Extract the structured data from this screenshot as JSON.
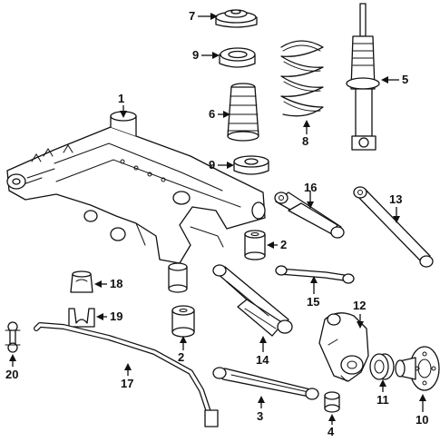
{
  "callouts": [
    {
      "id": "p1",
      "label": "1"
    },
    {
      "id": "p2a",
      "label": "2"
    },
    {
      "id": "p2b",
      "label": "2"
    },
    {
      "id": "p3",
      "label": "3"
    },
    {
      "id": "p4",
      "label": "4"
    },
    {
      "id": "p5",
      "label": "5"
    },
    {
      "id": "p6",
      "label": "6"
    },
    {
      "id": "p7",
      "label": "7"
    },
    {
      "id": "p8",
      "label": "8"
    },
    {
      "id": "p9a",
      "label": "9"
    },
    {
      "id": "p9b",
      "label": "9"
    },
    {
      "id": "p10",
      "label": "10"
    },
    {
      "id": "p11",
      "label": "11"
    },
    {
      "id": "p12",
      "label": "12"
    },
    {
      "id": "p13",
      "label": "13"
    },
    {
      "id": "p14",
      "label": "14"
    },
    {
      "id": "p15",
      "label": "15"
    },
    {
      "id": "p16",
      "label": "16"
    },
    {
      "id": "p17",
      "label": "17"
    },
    {
      "id": "p18",
      "label": "18"
    },
    {
      "id": "p19",
      "label": "19"
    },
    {
      "id": "p20",
      "label": "20"
    }
  ]
}
